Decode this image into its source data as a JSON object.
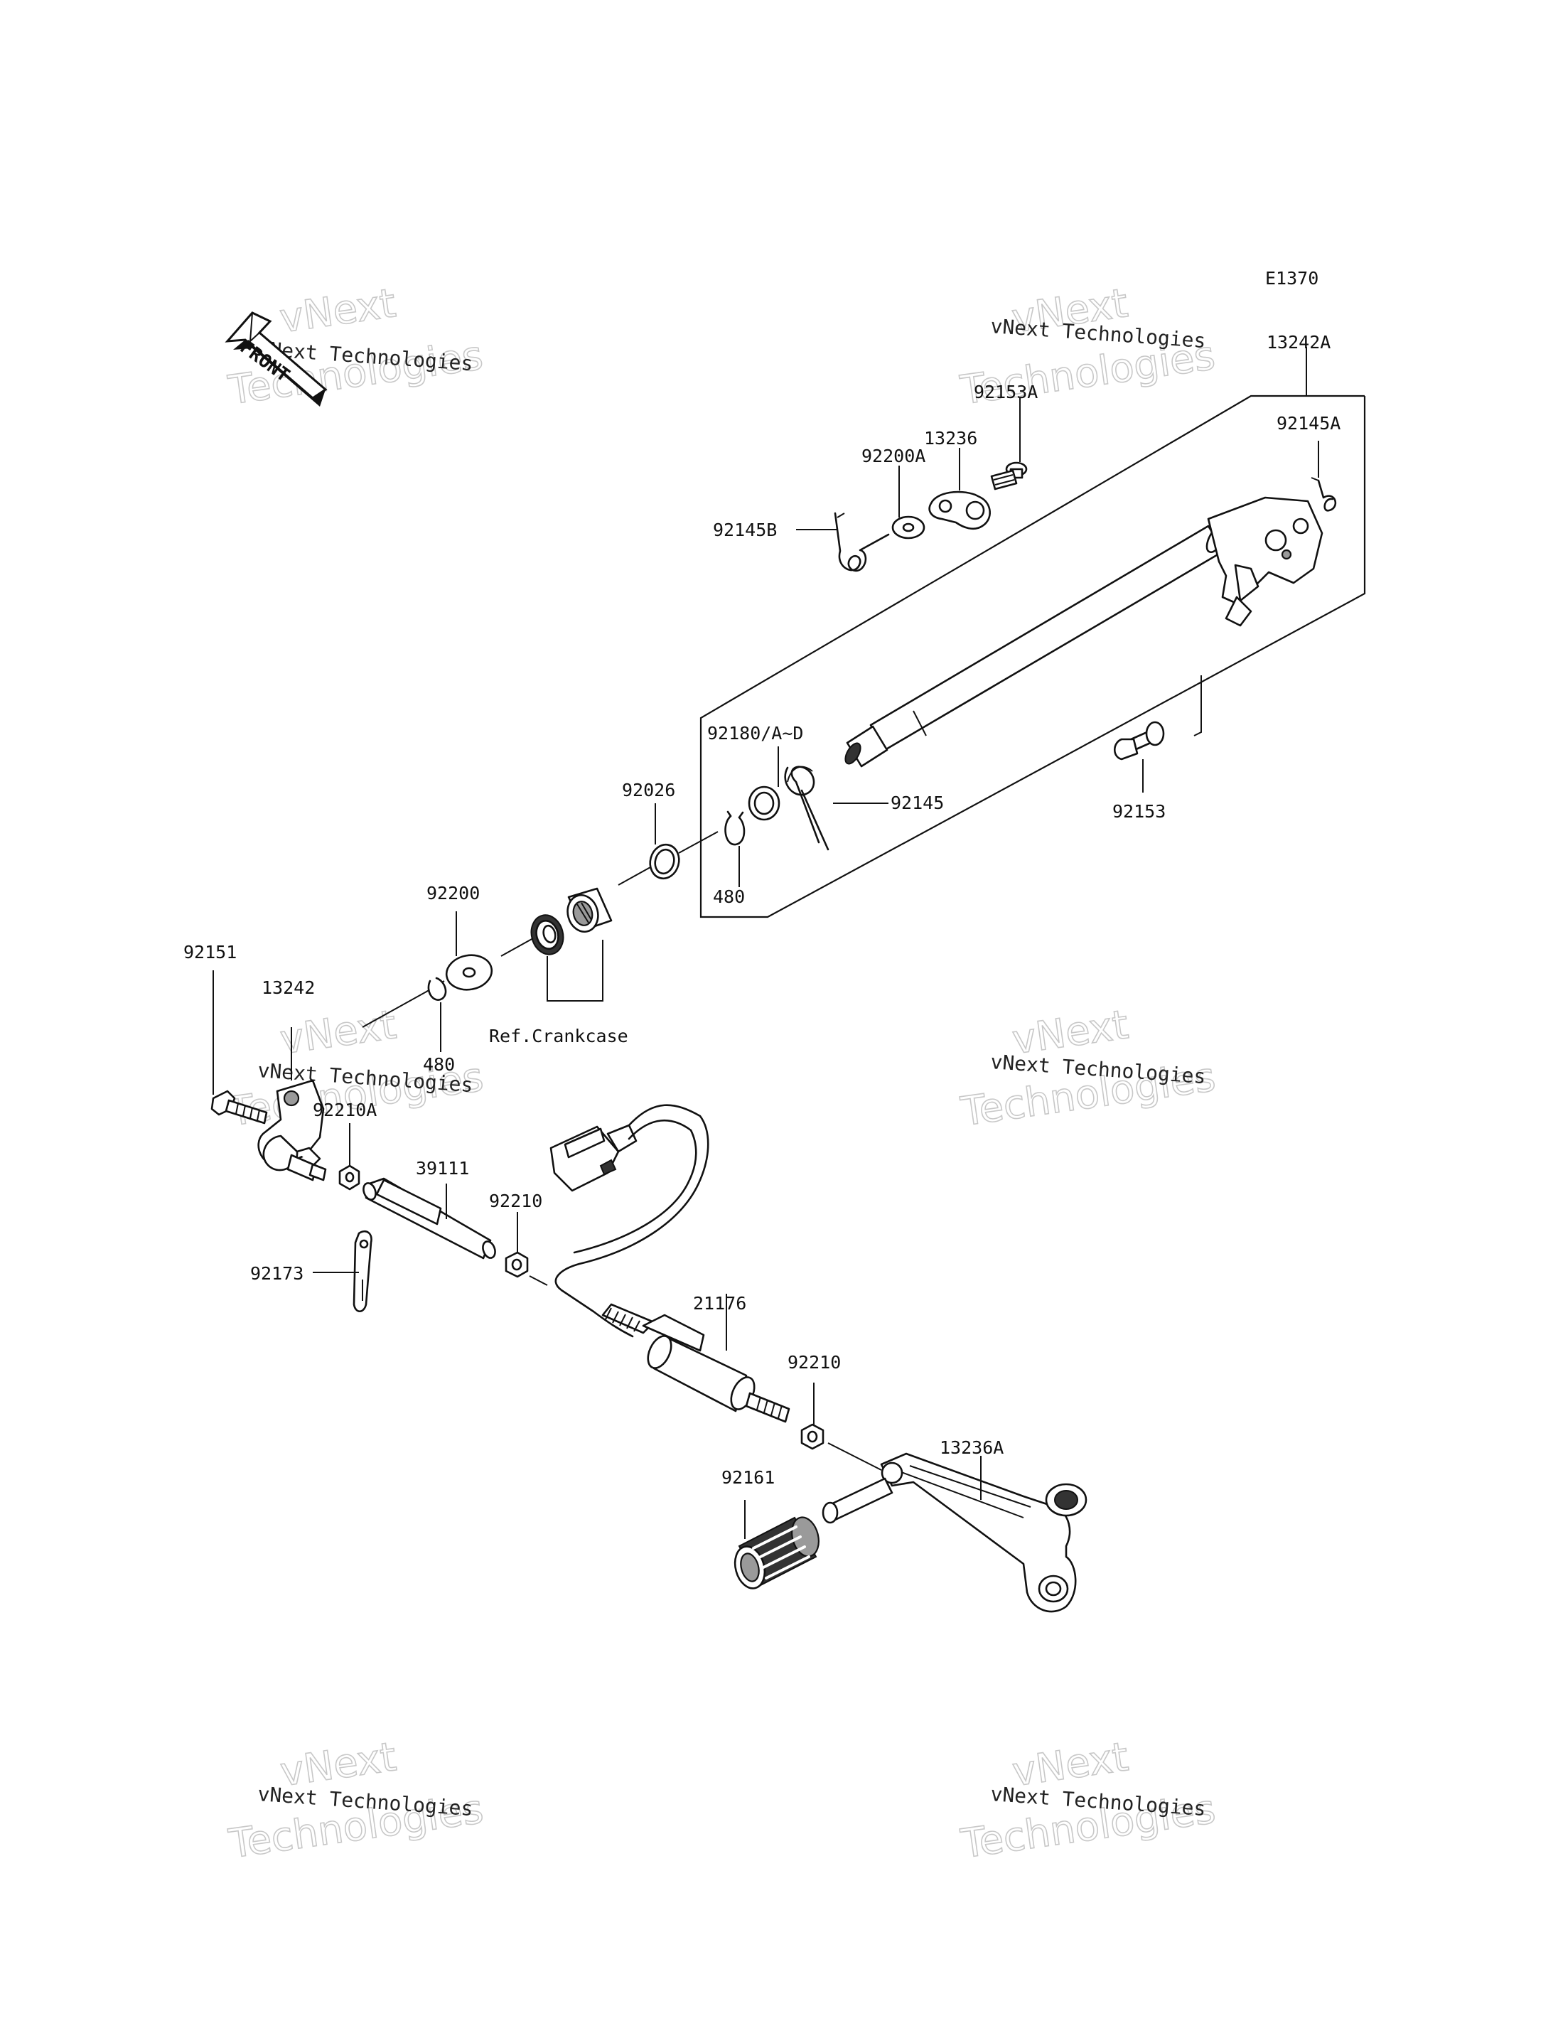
{
  "diagram_code": "E1370",
  "direction_indicator": "FRONT",
  "reference_note": "Ref.Crankcase",
  "watermark": {
    "company_small": "vNext Technologies",
    "word_top": "vNext",
    "word_bottom": "Technologies"
  },
  "callouts": {
    "p13242A": "13242A",
    "p92153A": "92153A",
    "p13236": "13236",
    "p92200A": "92200A",
    "p92145A": "92145A",
    "p92145B": "92145B",
    "p92180": "92180/A~D",
    "p92145": "92145",
    "p92153": "92153",
    "p92026": "92026",
    "p480a": "480",
    "p92200": "92200",
    "p92151": "92151",
    "p13242": "13242",
    "p480b": "480",
    "p92210A": "92210A",
    "p39111": "39111",
    "p92210a": "92210",
    "p92173": "92173",
    "p21176": "21176",
    "p92210b": "92210",
    "p13236A": "13236A",
    "p92161": "92161"
  }
}
